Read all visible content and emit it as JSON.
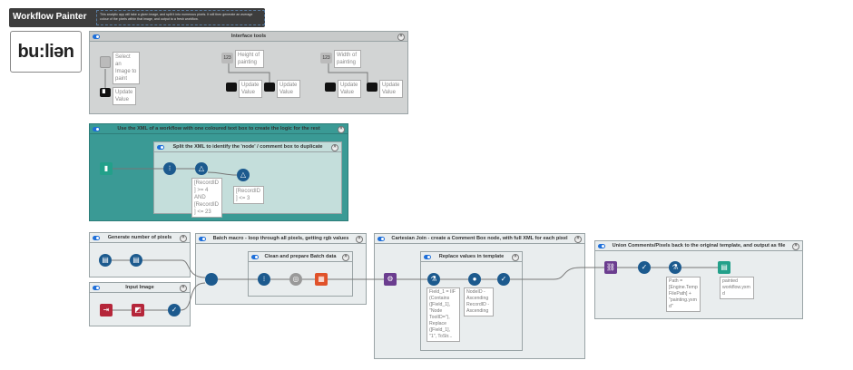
{
  "banner": {
    "title": "Workflow Painter",
    "description": "This analytic app will take a given image, and split it into numerous pixels. It will then generate an average colour of the pixels within that image, and output to a fresh workflow."
  },
  "logo": {
    "text": "bu:liən"
  },
  "containers": {
    "interface": {
      "title": "Interface tools",
      "annotations": [
        "Select an Image to paint",
        "Update Value",
        "Height of painting",
        "Update Value",
        "Update Value",
        "Width of painting",
        "Update Value",
        "Update Value"
      ]
    },
    "xml": {
      "title": "Use the XML of a workflow with one coloured text box to create the logic for the rest"
    },
    "split": {
      "title": "Split the XML to identify the 'node' / comment box to duplicate",
      "annotations": [
        "[RecordID] >= 4 AND [RecordID] <= 23",
        "[RecordID] <= 3"
      ]
    },
    "generate": {
      "title": "Generate number of pixels"
    },
    "input": {
      "title": "Input Image"
    },
    "batch": {
      "title": "Batch macro - loop through all pixels, getting rgb values"
    },
    "clean": {
      "title": "Clean and prepare Batch data"
    },
    "cartesian": {
      "title": "Cartesian Join - create a Comment Box node, with full XML for each pixel"
    },
    "replace": {
      "title": "Replace values in template",
      "annotations": [
        "Field_1 = IIF (Contains ([Field_1], \"Node ToolID=\"), Replace ([Field_1], \"1\", ToStr...",
        "NodeID - Ascending RecordID - Ascending"
      ]
    },
    "union": {
      "title": "Union Comments/Pixels back to the original template, and output as file",
      "annotations": [
        "Path = [Engine.TempFilePath] + \"painting.yxmd\"",
        "painted workflow.yxmd"
      ]
    }
  },
  "colors": {
    "tool_blue": "#1c5a8e",
    "teal": "#3a9a95",
    "purple": "#6b3d8f",
    "input_red": "#b5263a",
    "output_green": "#23a08a",
    "orange": "#e0522a"
  }
}
